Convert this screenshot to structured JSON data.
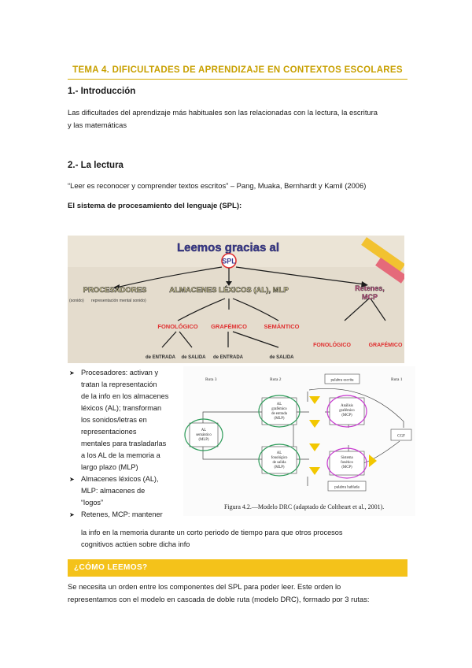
{
  "title": "TEMA 4. DIFICULTADES DE APRENDIZAJE EN CONTEXTOS ESCOLARES",
  "colors": {
    "accent": "#c8a000",
    "banner": "#f4c21a"
  },
  "section1": {
    "heading": "1.- Introducción",
    "paragraph_line1": "Las dificultades del aprendizaje más habituales son las relacionadas con la lectura, la escritura",
    "paragraph_line2": "y las matemáticas"
  },
  "section2": {
    "heading": "2.- La lectura",
    "quote": "“Leer es reconocer y comprender textos escritos” – Pang, Muaka, Bernhardt y Kamil (2006)",
    "subheading": "El sistema de procesamiento del lenguaje (SPL):"
  },
  "board": {
    "title_line1": "Leemos gracias al",
    "title_badge": "SPL",
    "node_left": "PROCESADORES",
    "node_center": "ALMACENES LÉXICOS (AL), MLP",
    "node_right_line1": "Retenes,",
    "node_right_line2": "MCP",
    "left_note_a": "(sonido)",
    "left_note_b": "representación mental sonido)",
    "sub_fono": "FONOLÓGICO",
    "sub_graf": "GRAFÉMICO",
    "sub_sem": "SEMÁNTICO",
    "leaf_entrada1": "de ENTRADA",
    "leaf_salida1": "de SALIDA",
    "leaf_entrada2": "de ENTRADA",
    "leaf_salida2": "de SALIDA",
    "right_fono": "FONOLÓGICO",
    "right_graf": "GRAFÉMICO"
  },
  "drc": {
    "ruta3": "Ruta 3",
    "ruta2": "Ruta 2",
    "ruta1": "Ruta 1",
    "palabra_escrita": "palabra escrita",
    "al_graf_1": "AL",
    "al_graf_2": "grafémico",
    "al_graf_3": "de entrada",
    "al_graf_4": "(MLP)",
    "analisis_1": "Análisis",
    "analisis_2": "grafémico",
    "analisis_3": "(MCP)",
    "al_sem_1": "AL",
    "al_sem_2": "semántico",
    "al_sem_3": "(MLP)",
    "cgf": "CGF",
    "al_fono_1": "AL",
    "al_fono_2": "fonológico",
    "al_fono_3": "de salida",
    "al_fono_4": "(MLP)",
    "sistema_1": "Sistema",
    "sistema_2": "fonético",
    "sistema_3": "(MCP)",
    "palabra_hablada": "palabra hablada",
    "caption": "Figura 4.2.—Modelo DRC (adaptado de Coltheart et al., 2001)."
  },
  "bullets": {
    "b1_lines": [
      "Procesadores: activan y",
      "tratan la representación",
      "de la info en los almacenes",
      "léxicos (AL); transforman",
      "los sonidos/letras en",
      "representaciones",
      "mentales para trasladarlas",
      "a los AL de la memoria a",
      "largo plazo (MLP)"
    ],
    "b2_lines": [
      "Almacenes léxicos (AL),",
      "MLP: almacenes de",
      "“logos”"
    ],
    "b3_line1": "Retenes, MCP: mantener",
    "b3_line2": "la info en la memoria durante un corto periodo de tiempo para que otros procesos",
    "b3_line3": "cognitivos actúen sobre dicha info",
    "arrow_icon": "➤"
  },
  "banner": {
    "label": "¿CÓMO LEEMOS?"
  },
  "section3": {
    "line1": "Se necesita un orden entre los componentes del SPL para poder leer. Este orden lo",
    "line2": "representamos con el modelo en cascada de doble ruta (modelo DRC), formado por 3 rutas:"
  }
}
